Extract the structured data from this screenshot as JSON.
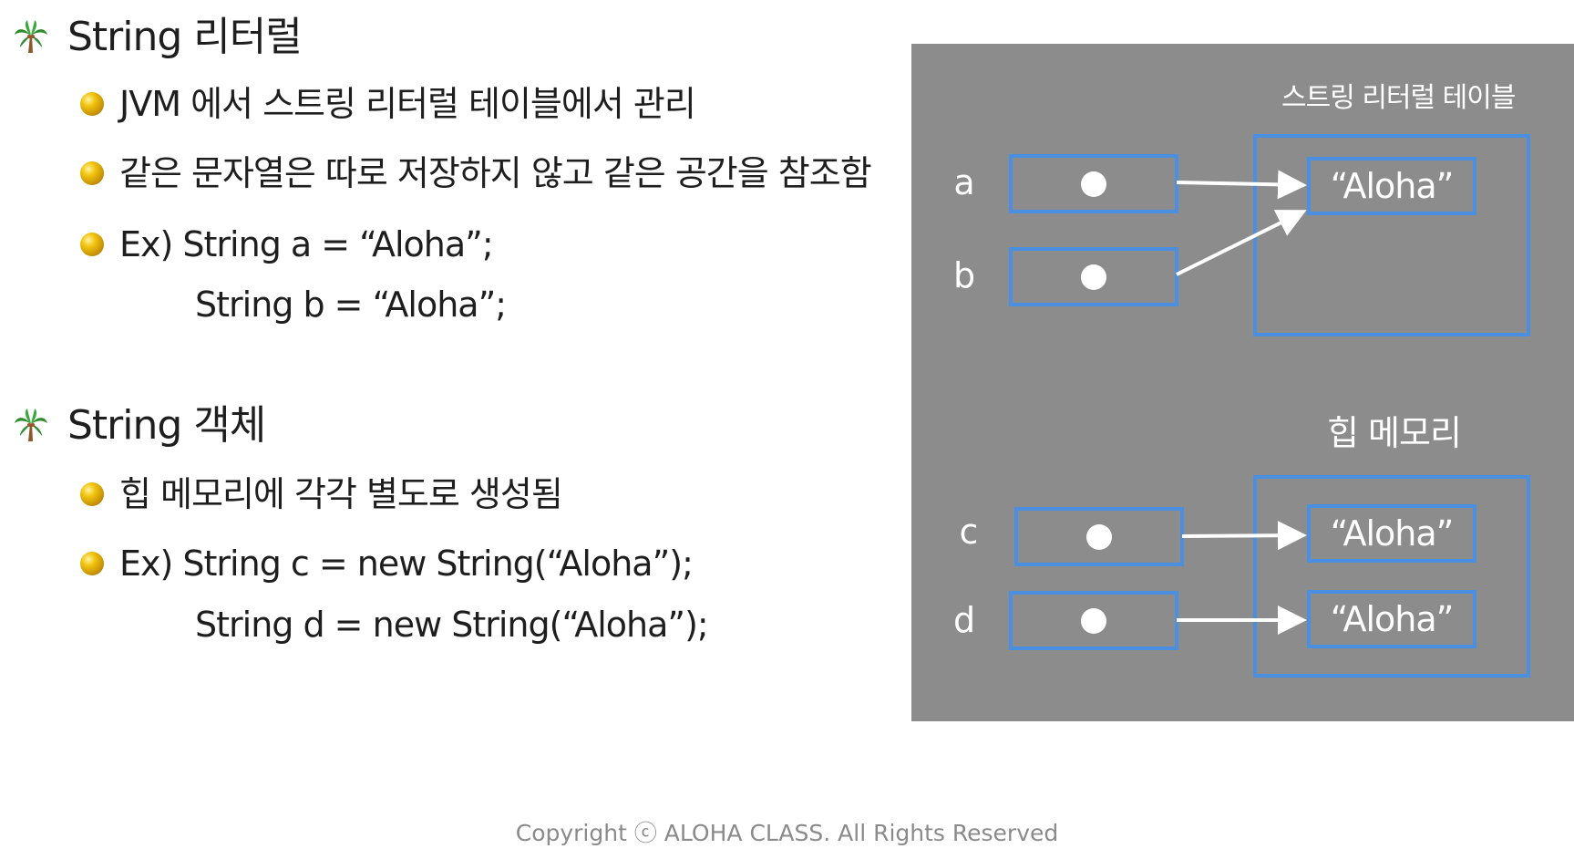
{
  "sections": [
    {
      "heading": "String 리터럴",
      "bullets": [
        "JVM 에서 스트링 리터럴 테이블에서 관리",
        "같은 문자열은 따로 저장하지 않고 같은 공간을 참조함",
        "Ex) String a = “Aloha”;"
      ],
      "continuation": "String b = “Aloha”;"
    },
    {
      "heading": "String 객체",
      "bullets": [
        "힙 메모리에 각각 별도로 생성됨",
        "Ex) String c = new String(“Aloha”);"
      ],
      "continuation": "String d = new String(“Aloha”);"
    }
  ],
  "diagram": {
    "literal_table_title": "스트링 리터럴 테이블",
    "heap_title": "힙 메모리",
    "variables": [
      "a",
      "b",
      "c",
      "d"
    ],
    "literal_value": "“Aloha”",
    "heap_values": [
      "“Aloha”",
      "“Aloha”"
    ]
  },
  "footer": "Copyright ⓒ ALOHA CLASS. All Rights Reserved",
  "colors": {
    "panel_bg": "#8c8c8c",
    "box_border": "#4a8fe0",
    "bullet": "#e0b30a"
  },
  "icons": {
    "heading_icon": "palm-tree-icon",
    "bullet_icon": "gold-sphere-bullet-icon"
  }
}
